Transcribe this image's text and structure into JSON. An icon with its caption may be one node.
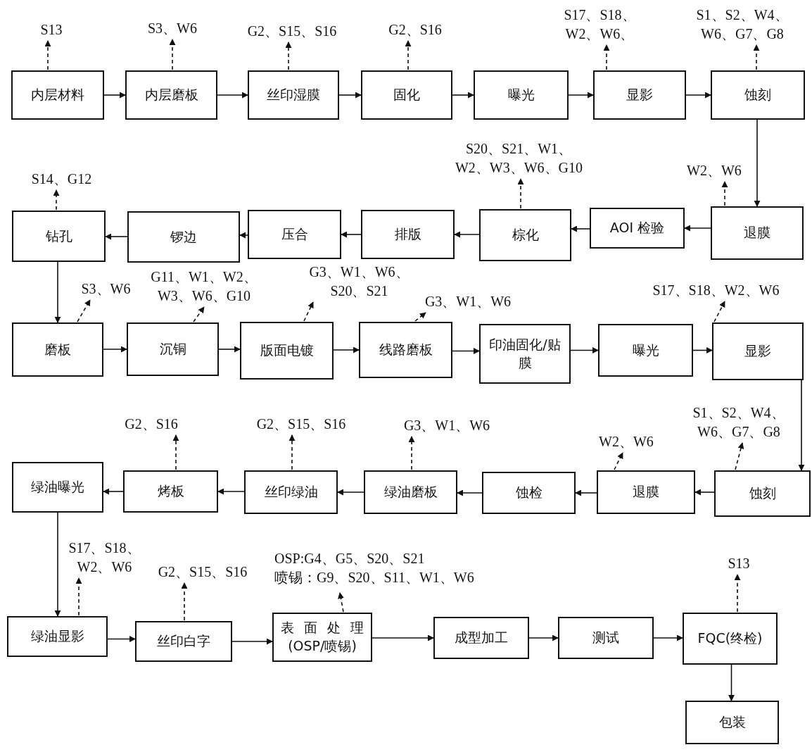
{
  "diagram": {
    "nodes": [
      {
        "text": [
          "内层材料"
        ]
      },
      {
        "text": [
          "内层磨板"
        ]
      },
      {
        "text": [
          "丝印湿膜"
        ]
      },
      {
        "text": [
          "固化"
        ]
      },
      {
        "text": [
          "曝光"
        ]
      },
      {
        "text": [
          "显影"
        ]
      },
      {
        "text": [
          "蚀刻"
        ]
      },
      {
        "text": [
          "退膜"
        ]
      },
      {
        "text": [
          "AOI 检验"
        ]
      },
      {
        "text": [
          "棕化"
        ]
      },
      {
        "text": [
          "排版"
        ]
      },
      {
        "text": [
          "压合"
        ]
      },
      {
        "text": [
          "锣边"
        ]
      },
      {
        "text": [
          "钻孔"
        ]
      },
      {
        "text": [
          "磨板"
        ]
      },
      {
        "text": [
          "沉铜"
        ]
      },
      {
        "text": [
          "版面电镀"
        ]
      },
      {
        "text": [
          "线路磨板"
        ]
      },
      {
        "text": [
          "印油固化/贴膜"
        ]
      },
      {
        "text": [
          "曝光"
        ]
      },
      {
        "text": [
          "显影"
        ]
      },
      {
        "text": [
          "蚀刻"
        ]
      },
      {
        "text": [
          "退膜"
        ]
      },
      {
        "text": [
          "蚀检"
        ]
      },
      {
        "text": [
          "绿油磨板"
        ]
      },
      {
        "text": [
          "丝印绿油"
        ]
      },
      {
        "text": [
          "烤板"
        ]
      },
      {
        "text": [
          "绿油曝光"
        ]
      },
      {
        "text": [
          "绿油显影"
        ]
      },
      {
        "text": [
          "丝印白字"
        ]
      },
      {
        "text": [
          "表 面 处 理",
          "(OSP/喷锡)"
        ]
      },
      {
        "text": [
          "成型加工"
        ]
      },
      {
        "text": [
          "测试"
        ]
      },
      {
        "text": [
          "FQC(终检)"
        ]
      },
      {
        "text": [
          "包装"
        ]
      },
      {
        "text": [
          "S13"
        ]
      },
      {
        "text": [
          "S3、W6"
        ]
      },
      {
        "text": [
          "G2、S15、S16"
        ]
      },
      {
        "text": [
          "G2、S16"
        ]
      },
      {
        "text": [
          "S17、S18、W2、W6、"
        ]
      },
      {
        "text": [
          "S1、S2、W4、W6、G7、G8"
        ]
      },
      {
        "text": [
          "S20、S21、W1、W2、W3、W6、G10"
        ]
      },
      {
        "text": [
          "W2、W6"
        ]
      },
      {
        "text": [
          "S14、G12"
        ]
      },
      {
        "text": [
          "S3、W6"
        ]
      },
      {
        "text": [
          "G11、W1、W2、W3、W6、G10"
        ]
      },
      {
        "text": [
          "G3、W1、W6、S20、S21"
        ]
      },
      {
        "text": [
          "G3、W1、W6"
        ]
      },
      {
        "text": [
          "S17、S18、W2、W6"
        ]
      },
      {
        "text": [
          "S1、S2、W4、W6、G7、G8"
        ]
      },
      {
        "text": [
          "W2、W6"
        ]
      },
      {
        "text": [
          "G3、W1、W6"
        ]
      },
      {
        "text": [
          "G2、S15、S16"
        ]
      },
      {
        "text": [
          "G2、S16"
        ]
      },
      {
        "text": [
          "S17、S18、W2、W6"
        ]
      },
      {
        "text": [
          "G2、S15、S16"
        ]
      },
      {
        "text": [
          "OSP:G4、G5、S20、S21",
          "喷锡：G9、S20、S11、W1、W6"
        ]
      },
      {
        "text": [
          "S13"
        ]
      }
    ],
    "edges": [
      {
        "from": 0,
        "to": 1,
        "arrow": "to"
      },
      {
        "from": 1,
        "to": 2,
        "arrow": "to"
      },
      {
        "from": 2,
        "to": 3,
        "arrow": "to"
      },
      {
        "from": 3,
        "to": 4,
        "arrow": "to"
      },
      {
        "from": 4,
        "to": 5,
        "arrow": "to"
      },
      {
        "from": 5,
        "to": 6,
        "arrow": "to"
      },
      {
        "from": 6,
        "to": 7,
        "arrow": "to"
      },
      {
        "from": 7,
        "to": 8,
        "arrow": "to"
      },
      {
        "from": 8,
        "to": 9,
        "arrow": "to"
      },
      {
        "from": 9,
        "to": 10,
        "arrow": "to"
      },
      {
        "from": 10,
        "to": 11,
        "arrow": "to"
      },
      {
        "from": 11,
        "to": 12,
        "arrow": "to"
      },
      {
        "from": 12,
        "to": 13,
        "arrow": "to"
      },
      {
        "from": 13,
        "to": 14,
        "arrow": "to"
      },
      {
        "from": 14,
        "to": 15,
        "arrow": "to"
      },
      {
        "from": 15,
        "to": 16,
        "arrow": "to"
      },
      {
        "from": 16,
        "to": 17,
        "arrow": "to"
      },
      {
        "from": 17,
        "to": 18,
        "arrow": "to"
      },
      {
        "from": 18,
        "to": 19,
        "arrow": "to"
      },
      {
        "from": 19,
        "to": 20,
        "arrow": "to"
      },
      {
        "from": 20,
        "to": 21,
        "arrow": "to"
      },
      {
        "from": 21,
        "to": 22,
        "arrow": "to"
      },
      {
        "from": 22,
        "to": 23,
        "arrow": "to"
      },
      {
        "from": 23,
        "to": 24,
        "arrow": "to"
      },
      {
        "from": 24,
        "to": 25,
        "arrow": "to"
      },
      {
        "from": 25,
        "to": 26,
        "arrow": "to"
      },
      {
        "from": 26,
        "to": 27,
        "arrow": "to"
      },
      {
        "from": 27,
        "to": 28,
        "arrow": "to"
      },
      {
        "from": 28,
        "to": 29,
        "arrow": "to"
      },
      {
        "from": 29,
        "to": 30,
        "arrow": "to"
      },
      {
        "from": 30,
        "to": 31,
        "arrow": "to"
      },
      {
        "from": 31,
        "to": 32,
        "arrow": "to"
      },
      {
        "from": 32,
        "to": 33,
        "arrow": "to"
      },
      {
        "from": 33,
        "to": 34,
        "arrow": "to"
      },
      {
        "from": 0,
        "to": 35,
        "arrow": "to",
        "style": "dashed"
      },
      {
        "from": 1,
        "to": 36,
        "arrow": "to",
        "style": "dashed"
      },
      {
        "from": 2,
        "to": 37,
        "arrow": "to",
        "style": "dashed"
      },
      {
        "from": 3,
        "to": 38,
        "arrow": "to",
        "style": "dashed"
      },
      {
        "from": 5,
        "to": 39,
        "arrow": "to",
        "style": "dashed"
      },
      {
        "from": 6,
        "to": 40,
        "arrow": "to",
        "style": "dashed"
      },
      {
        "from": 9,
        "to": 41,
        "arrow": "to",
        "style": "dashed"
      },
      {
        "from": 7,
        "to": 42,
        "arrow": "to",
        "style": "dashed"
      },
      {
        "from": 13,
        "to": 43,
        "arrow": "to",
        "style": "dashed"
      },
      {
        "from": 14,
        "to": 44,
        "arrow": "to",
        "style": "dashed"
      },
      {
        "from": 15,
        "to": 45,
        "arrow": "to",
        "style": "dashed"
      },
      {
        "from": 16,
        "to": 46,
        "arrow": "to",
        "style": "dashed"
      },
      {
        "from": 17,
        "to": 47,
        "arrow": "to",
        "style": "dashed"
      },
      {
        "from": 20,
        "to": 48,
        "arrow": "to",
        "style": "dashed"
      },
      {
        "from": 21,
        "to": 49,
        "arrow": "to",
        "style": "dashed"
      },
      {
        "from": 22,
        "to": 50,
        "arrow": "to",
        "style": "dashed"
      },
      {
        "from": 24,
        "to": 51,
        "arrow": "to",
        "style": "dashed"
      },
      {
        "from": 25,
        "to": 52,
        "arrow": "to",
        "style": "dashed"
      },
      {
        "from": 26,
        "to": 53,
        "arrow": "to",
        "style": "dashed"
      },
      {
        "from": 28,
        "to": 54,
        "arrow": "to",
        "style": "dashed"
      },
      {
        "from": 29,
        "to": 55,
        "arrow": "to",
        "style": "dashed"
      },
      {
        "from": 30,
        "to": 56,
        "arrow": "to",
        "style": "dashed"
      },
      {
        "from": 33,
        "to": 57,
        "arrow": "to",
        "style": "dashed"
      }
    ]
  }
}
